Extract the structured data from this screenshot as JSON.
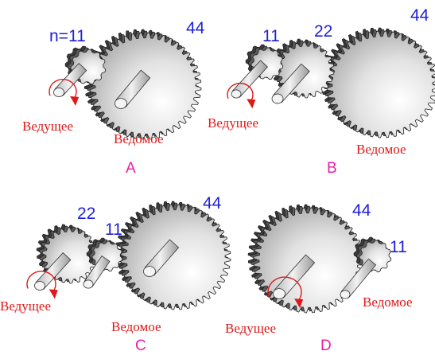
{
  "panels": [
    {
      "letter": "A",
      "teeth_labels": [
        "n=11",
        "44"
      ],
      "driver_label": "Ведущее",
      "driven_label": "Ведомое"
    },
    {
      "letter": "B",
      "teeth_labels": [
        "11",
        "22",
        "44"
      ],
      "driver_label": "Ведущее",
      "driven_label": "Ведомое"
    },
    {
      "letter": "C",
      "teeth_labels": [
        "22",
        "11",
        "44"
      ],
      "driver_label": "Ведущее",
      "driven_label": "Ведомое"
    },
    {
      "letter": "D",
      "teeth_labels": [
        "44",
        "11"
      ],
      "driver_label": "Ведущее",
      "driven_label": "Ведомое"
    }
  ],
  "colors": {
    "number_text": "#1f1fd8",
    "label_text": "#e01818",
    "panel_letter": "#e81ea8",
    "rotation_arrow": "#e01818"
  },
  "icons": [
    "gear-icon",
    "shaft-icon",
    "rotation-arrow-icon"
  ]
}
